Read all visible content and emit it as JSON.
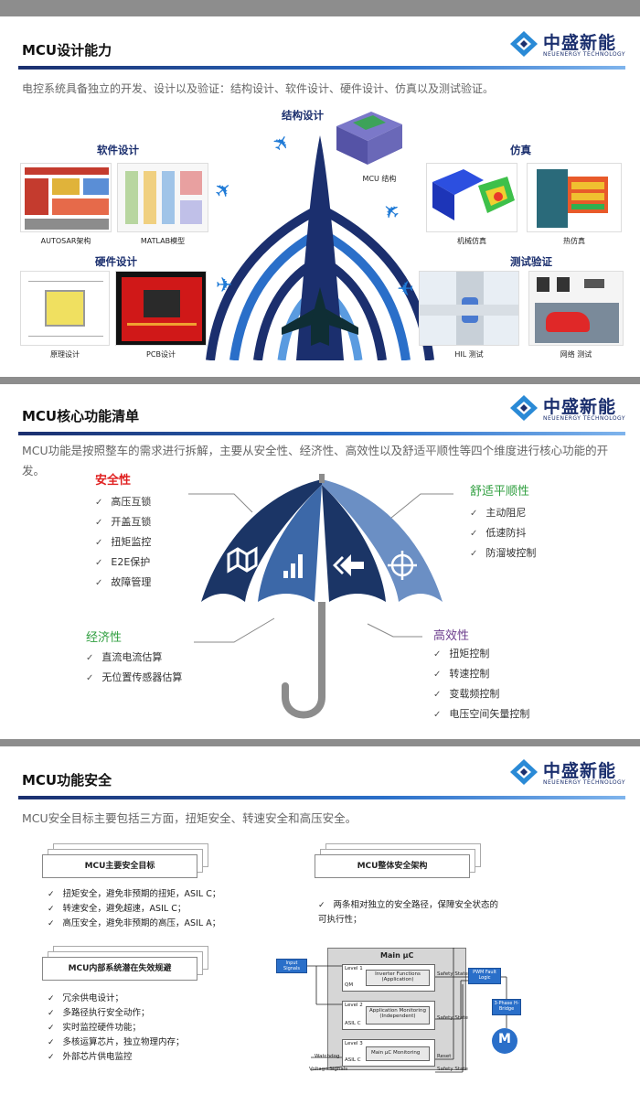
{
  "slide1": {
    "title": "MCU设计能力",
    "intro": "电控系统具备独立的开发、设计以及验证：结构设计、软件设计、硬件设计、仿真以及测试验证。",
    "logo": {
      "name": "中盛新能",
      "sub": "NEUENERGY TECHNOLOGY"
    },
    "sections": {
      "structure": "结构设计",
      "software": "软件设计",
      "hardware": "硬件设计",
      "simulation": "仿真",
      "test": "测试验证"
    },
    "captions": {
      "autosar": "AUTOSAR架构",
      "matlab": "MATLAB模型",
      "mcu_struct": "MCU 结构",
      "mech_sim": "机械仿真",
      "thermal_sim": "热仿真",
      "schematic": "原理设计",
      "pcb": "PCB设计",
      "hil": "HIL 测试",
      "network": "网络 测试"
    }
  },
  "slide2": {
    "title": "MCU核心功能清单",
    "intro": "MCU功能是按照整车的需求进行拆解，主要从安全性、经济性、高效性以及舒适平顺性等四个维度进行核心功能的开发。",
    "safety": {
      "title": "安全性",
      "items": [
        "高压互锁",
        "开盖互锁",
        "扭矩监控",
        "E2E保护",
        "故障管理"
      ]
    },
    "comfort": {
      "title": "舒适平顺性",
      "items": [
        "主动阻尼",
        "低速防抖",
        "防溜坡控制"
      ]
    },
    "economy": {
      "title": "经济性",
      "items": [
        "直流电流估算",
        "无位置传感器估算"
      ]
    },
    "efficiency": {
      "title": "高效性",
      "items": [
        "扭矩控制",
        "转速控制",
        "变载频控制",
        "电压空间矢量控制"
      ]
    }
  },
  "slide3": {
    "title": "MCU功能安全",
    "intro": "MCU安全目标主要包括三方面，扭矩安全、转速安全和高压安全。",
    "goals": {
      "title": "MCU主要安全目标",
      "items": [
        "扭矩安全，避免非预期的扭矩，ASIL C；",
        "转速安全，避免超速，ASIL C；",
        "高压安全，避免非预期的高压，ASIL A；"
      ]
    },
    "avoid": {
      "title": "MCU内部系统潜在失效规避",
      "items": [
        "冗余供电设计；",
        "多路径执行安全动作；",
        "实时监控硬件功能；",
        "多核运算芯片，独立物理内存；",
        "外部芯片供电监控"
      ]
    },
    "arch": {
      "title": "MCU整体安全架构",
      "items": [
        "两条相对独立的安全路径，保障安全状态的可执行性；"
      ]
    },
    "diagram": {
      "main": "Main µC",
      "input": "Input Signals",
      "watchdog": "Watchdog",
      "voltage": "Voltage Signals",
      "level1": "Level 1",
      "qm": "QM",
      "f1": "Inverter Functions (Application)",
      "level2": "Level 2",
      "asil_c_2": "ASIL C",
      "f2": "Application Monitoring (Independent)",
      "level3": "Level 3",
      "asil_c_3": "ASIL C",
      "f3": "Main µC Monitoring",
      "safety_state_1": "Safety State",
      "safety_state_2": "Safety State",
      "safety_state_3": "Safety State",
      "reset": "Reset",
      "pwm": "PWM Fault Logic",
      "bridge": "3-Phase H-Bridge",
      "motor": "M"
    }
  },
  "colors": {
    "navy": "#1b2f6e",
    "blue": "#2a6fc9",
    "sky": "#1f7ad6",
    "red": "#e02020",
    "green": "#2e9e3e",
    "purple": "#6b3c8c"
  }
}
